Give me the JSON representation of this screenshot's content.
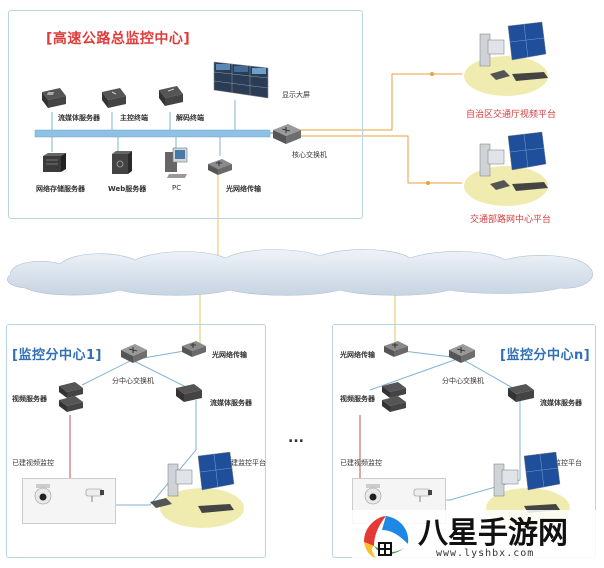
{
  "hq": {
    "title": "[高速公路总监控中心]",
    "labels": {
      "stream_server": "流媒体服务器",
      "main_control": "主控终端",
      "decode_terminal": "解码终端",
      "display_wall": "显示大屏",
      "storage_server": "网络存储服务器",
      "web_server": "Web服务器",
      "pc": "PC",
      "optical_transmit": "光网络传输",
      "core_switch": "核心交换机"
    }
  },
  "remote": {
    "platform_region": "自治区交通厅视频平台",
    "platform_ministry": "交通部路网中心平台"
  },
  "branch1": {
    "title": "[监控分中心1]",
    "labels": {
      "optical": "光网络传输",
      "switch": "分中心交换机",
      "video_server": "视频服务器",
      "stream_server": "流媒体服务器",
      "existing_monitor": "已建视频监控",
      "existing_platform": "已建监控平台"
    }
  },
  "branchN": {
    "title": "[监控分中心n]",
    "labels": {
      "optical": "光网络传输",
      "switch": "分中心交换机",
      "video_server": "视频服务器",
      "stream_server": "流媒体服务器",
      "existing_monitor": "已建视频监控",
      "existing_platform": "已建监控平台"
    }
  },
  "ellipsis": "...",
  "watermark": {
    "brand": "八星手游网",
    "url": "www.lyshbx.com"
  },
  "colors": {
    "hub_line": "#7fb3d6",
    "orange_line": "#e8a23a",
    "red_line": "#c0504d",
    "yellow_line": "#e4d27a",
    "box_border": "#b9d3e4"
  }
}
